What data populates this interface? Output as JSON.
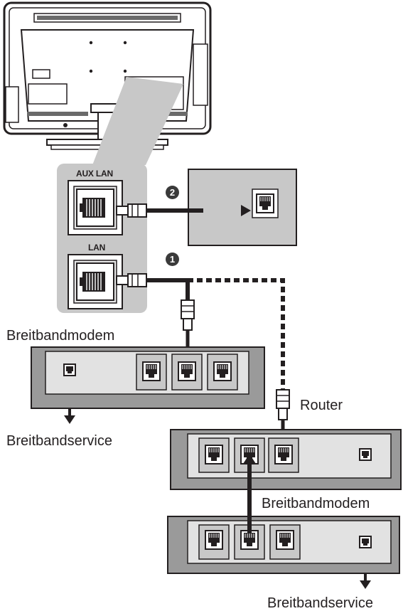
{
  "labels": {
    "aux_lan": "AUX LAN",
    "lan": "LAN",
    "modem_top": "Breitbandmodem",
    "service_left": "Breitbandservice",
    "router": "Router",
    "modem_bottom": "Breitbandmodem",
    "service_bottom": "Breitbandservice"
  },
  "steps": {
    "one": "1",
    "two": "2"
  },
  "colors": {
    "line": "#231f20",
    "panel_gray": "#c8c8c8",
    "device_gray": "#9a9a9a",
    "device_face": "#e2e2e2"
  }
}
